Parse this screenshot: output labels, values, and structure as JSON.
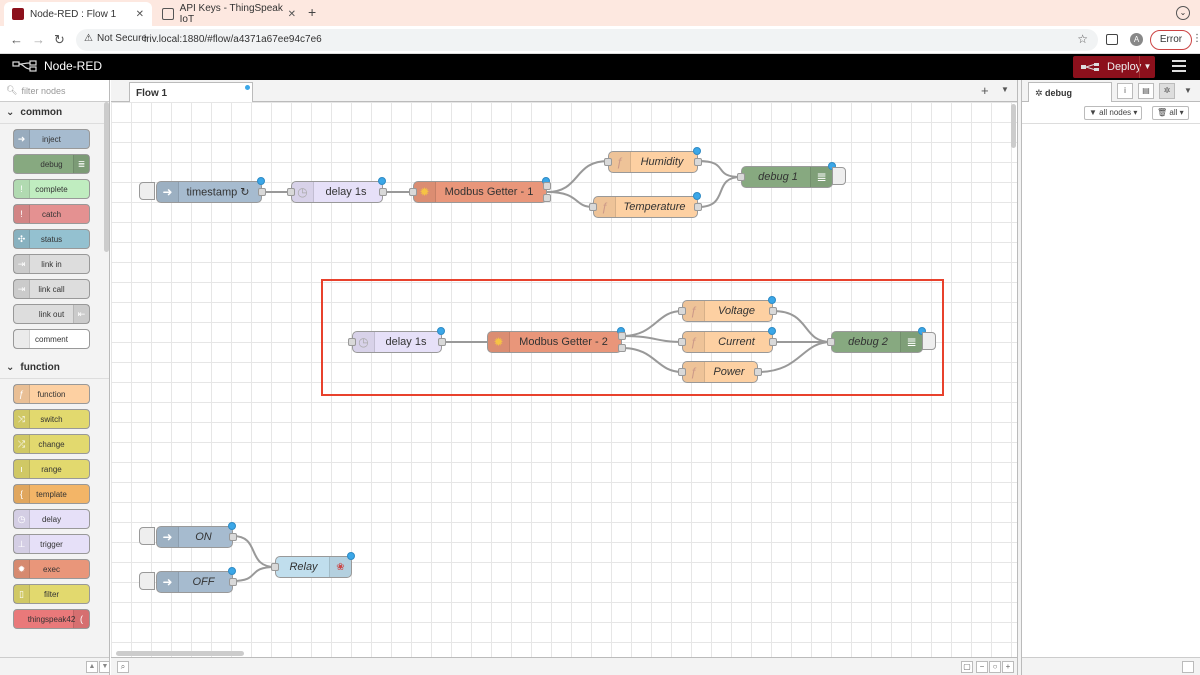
{
  "browser": {
    "tabs": [
      {
        "title": "Node-RED : Flow 1",
        "active": true
      },
      {
        "title": "API Keys - ThingSpeak IoT",
        "active": false
      }
    ],
    "not_secure": "Not Secure",
    "url": "iriv.local:1880/#flow/a4371a67ee94c7e6",
    "profile_initial": "A",
    "error_label": "Error"
  },
  "header": {
    "app_name": "Node-RED",
    "deploy_label": "Deploy"
  },
  "palette": {
    "filter_placeholder": "filter nodes",
    "categories": [
      {
        "name": "common",
        "nodes": [
          {
            "label": "inject",
            "color": "#a6bbcf"
          },
          {
            "label": "debug",
            "color": "#87a980"
          },
          {
            "label": "complete",
            "color": "#c0edc0"
          },
          {
            "label": "catch",
            "color": "#e49191"
          },
          {
            "label": "status",
            "color": "#94c1d0"
          },
          {
            "label": "link in",
            "color": "#dddddd"
          },
          {
            "label": "link call",
            "color": "#dddddd"
          },
          {
            "label": "link out",
            "color": "#dddddd"
          },
          {
            "label": "comment",
            "color": "#ffffff"
          }
        ]
      },
      {
        "name": "function",
        "nodes": [
          {
            "label": "function",
            "color": "#fdd0a2"
          },
          {
            "label": "switch",
            "color": "#e2d96e"
          },
          {
            "label": "change",
            "color": "#e2d96e"
          },
          {
            "label": "range",
            "color": "#e2d96e"
          },
          {
            "label": "template",
            "color": "#f3b567"
          },
          {
            "label": "delay",
            "color": "#e6e0f8"
          },
          {
            "label": "trigger",
            "color": "#e6e0f8"
          },
          {
            "label": "exec",
            "color": "#e9967a"
          },
          {
            "label": "filter",
            "color": "#e2d96e"
          },
          {
            "label": "thingspeak42",
            "color": "#e9797a"
          }
        ]
      }
    ]
  },
  "workspace": {
    "flow_tab": "Flow 1",
    "nodes": {
      "timestamp": "timestamp ↻",
      "delay_a": "delay 1s",
      "modbus_1": "Modbus Getter - 1",
      "humidity": "Humidity",
      "temperature": "Temperature",
      "debug_1": "debug 1",
      "delay_b": "delay 1s",
      "modbus_2": "Modbus Getter - 2",
      "voltage": "Voltage",
      "current": "Current",
      "power": "Power",
      "debug_2": "debug 2",
      "on": "ON",
      "off": "OFF",
      "relay": "Relay"
    },
    "colors": {
      "inject": "#a6bbcf",
      "delay": "#e6e0f8",
      "modbus": "#e9967a",
      "function": "#fdd0a2",
      "debug": "#87a980",
      "relay": "#c0deed",
      "selection": "#e8412c"
    }
  },
  "sidebar": {
    "tab": "debug",
    "filter_nodes": "all nodes",
    "filter_all": "all"
  }
}
